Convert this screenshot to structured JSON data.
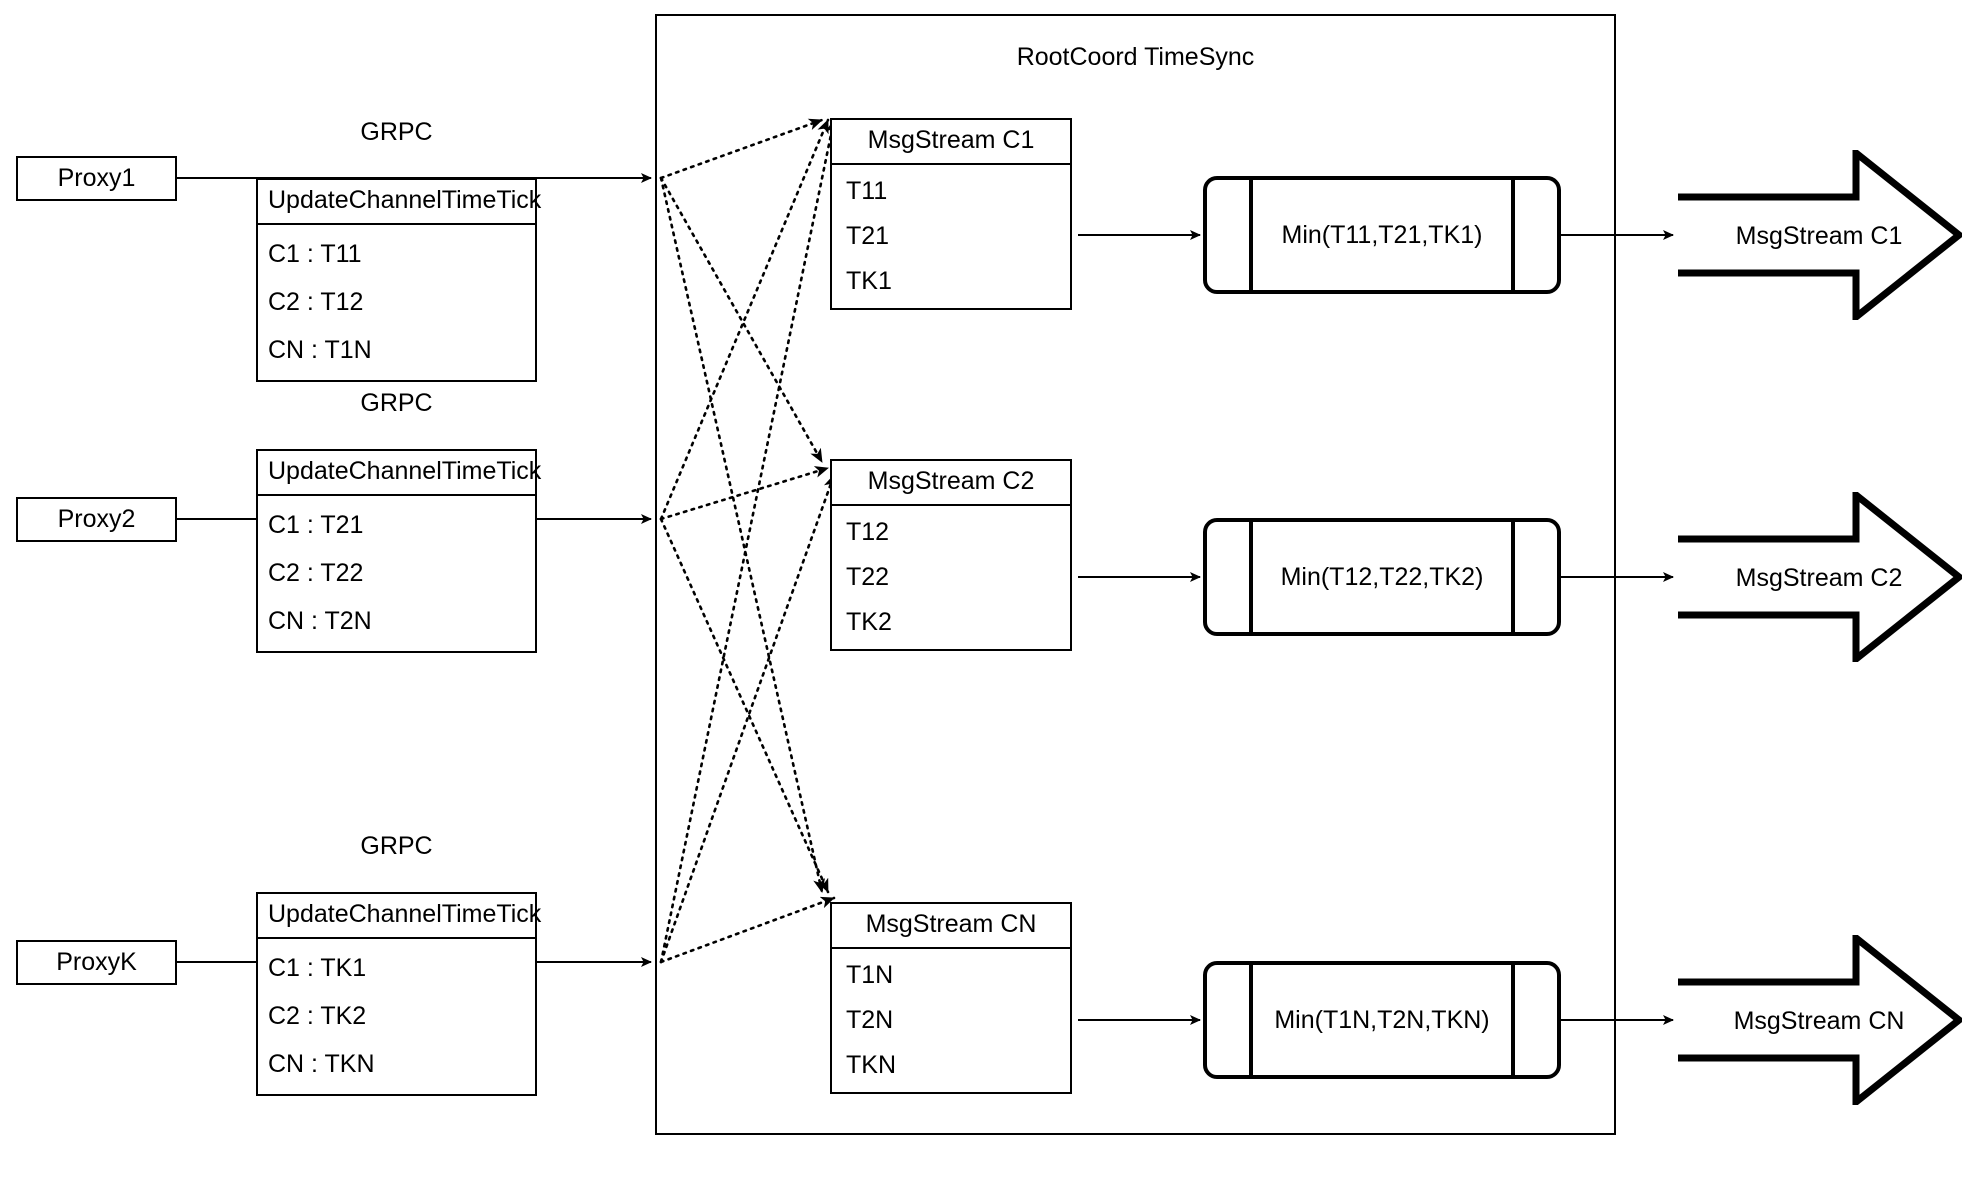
{
  "diagram": {
    "title": "RootCoord TimeSync",
    "rows": [
      {
        "proxy": "Proxy1",
        "protocol": "GRPC",
        "tick_header": "UpdateChannelTimeTick",
        "tick_rows": [
          "C1 :  T11",
          "C2 :  T12",
          "CN : T1N"
        ],
        "msgstream_header": "MsgStream C1",
        "msgstream_rows": [
          "T11",
          "T21",
          "TK1"
        ],
        "min_label": "Min(T11,T21,TK1)",
        "output_label": "MsgStream C1"
      },
      {
        "proxy": "Proxy2",
        "protocol": "GRPC",
        "tick_header": "UpdateChannelTimeTick",
        "tick_rows": [
          "C1 :  T21",
          "C2 :  T22",
          "CN : T2N"
        ],
        "msgstream_header": "MsgStream C2",
        "msgstream_rows": [
          "T12",
          "T22",
          "TK2"
        ],
        "min_label": "Min(T12,T22,TK2)",
        "output_label": "MsgStream C2"
      },
      {
        "proxy": "ProxyK",
        "protocol": "GRPC",
        "tick_header": "UpdateChannelTimeTick",
        "tick_rows": [
          "C1 :  TK1",
          "C2 :  TK2",
          "CN : TKN"
        ],
        "msgstream_header": "MsgStream CN",
        "msgstream_rows": [
          "T1N",
          "T2N",
          "TKN"
        ],
        "min_label": "Min(T1N,T2N,TKN)",
        "output_label": "MsgStream CN"
      }
    ],
    "colors": {
      "stroke": "#000000",
      "background": "#ffffff"
    }
  }
}
